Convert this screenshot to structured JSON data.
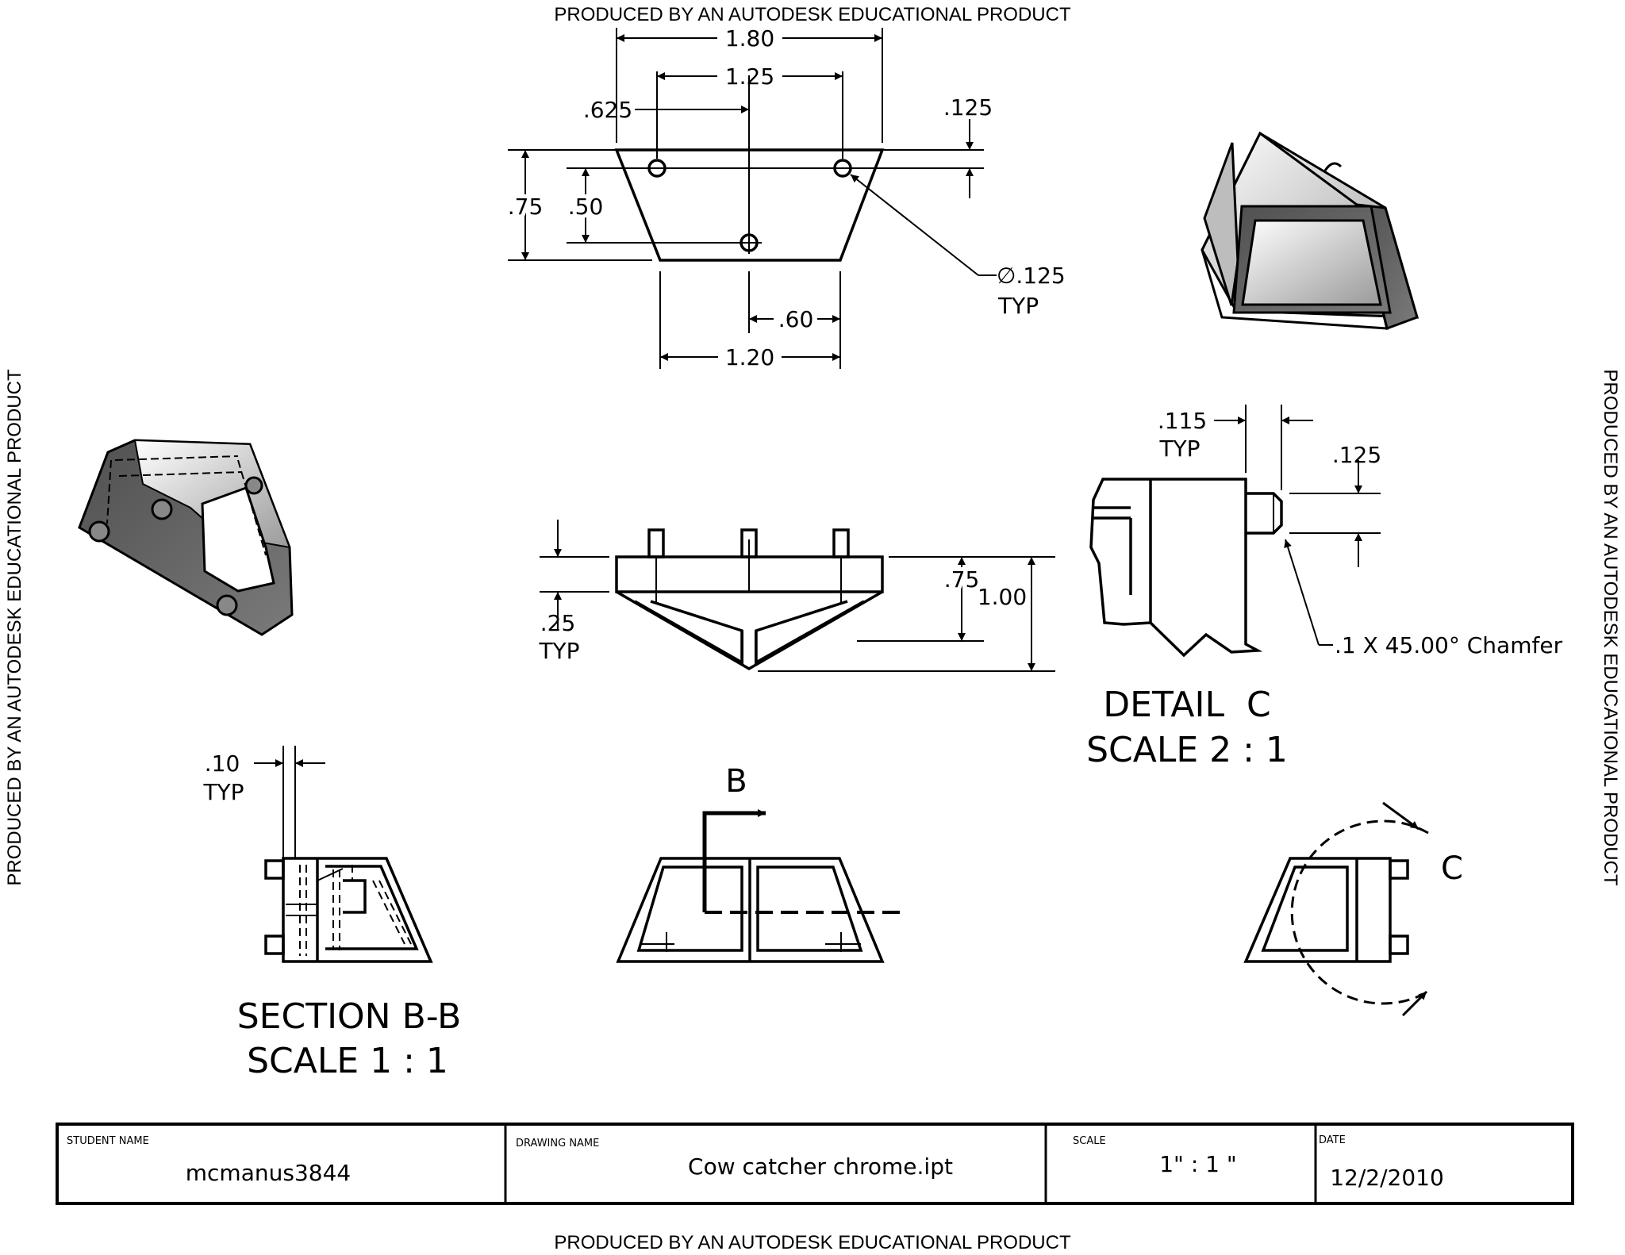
{
  "watermark": "PRODUCED BY AN AUTODESK EDUCATIONAL PRODUCT",
  "front_view": {
    "dim_overall_width": "1.80",
    "dim_hole_spacing": "1.25",
    "dim_hole_offset": ".625",
    "dim_hole_from_top": ".125",
    "dim_height": ".75",
    "dim_hole_vertical": ".50",
    "dim_hole_diameter": "∅.125",
    "dim_hole_diameter_note": "TYP",
    "dim_bottom_half": ".60",
    "dim_bottom_width": "1.20"
  },
  "top_view": {
    "dim_flange": ".25",
    "dim_flange_note": "TYP",
    "dim_inner_height": ".75",
    "dim_total_height": "1.00"
  },
  "detail_c": {
    "dim_pin_length": ".115",
    "dim_pin_length_note": "TYP",
    "dim_pin_diameter": ".125",
    "chamfer_note": ".1 X 45.00° Chamfer",
    "title": "DETAIL  C",
    "scale": "SCALE 2 : 1"
  },
  "section_bb": {
    "dim_wall": ".10",
    "dim_wall_note": "TYP",
    "title": "SECTION B-B",
    "scale": "SCALE 1 : 1"
  },
  "section_marker": "B",
  "detail_marker": "C",
  "title_block": {
    "student_name_label": "STUDENT NAME",
    "student_name": "mcmanus3844",
    "drawing_name_label": "DRAWING NAME",
    "drawing_name": "Cow catcher chrome.ipt",
    "scale_label": "SCALE",
    "scale": "1\" : 1 \"",
    "date_label": "DATE",
    "date": "12/2/2010"
  }
}
